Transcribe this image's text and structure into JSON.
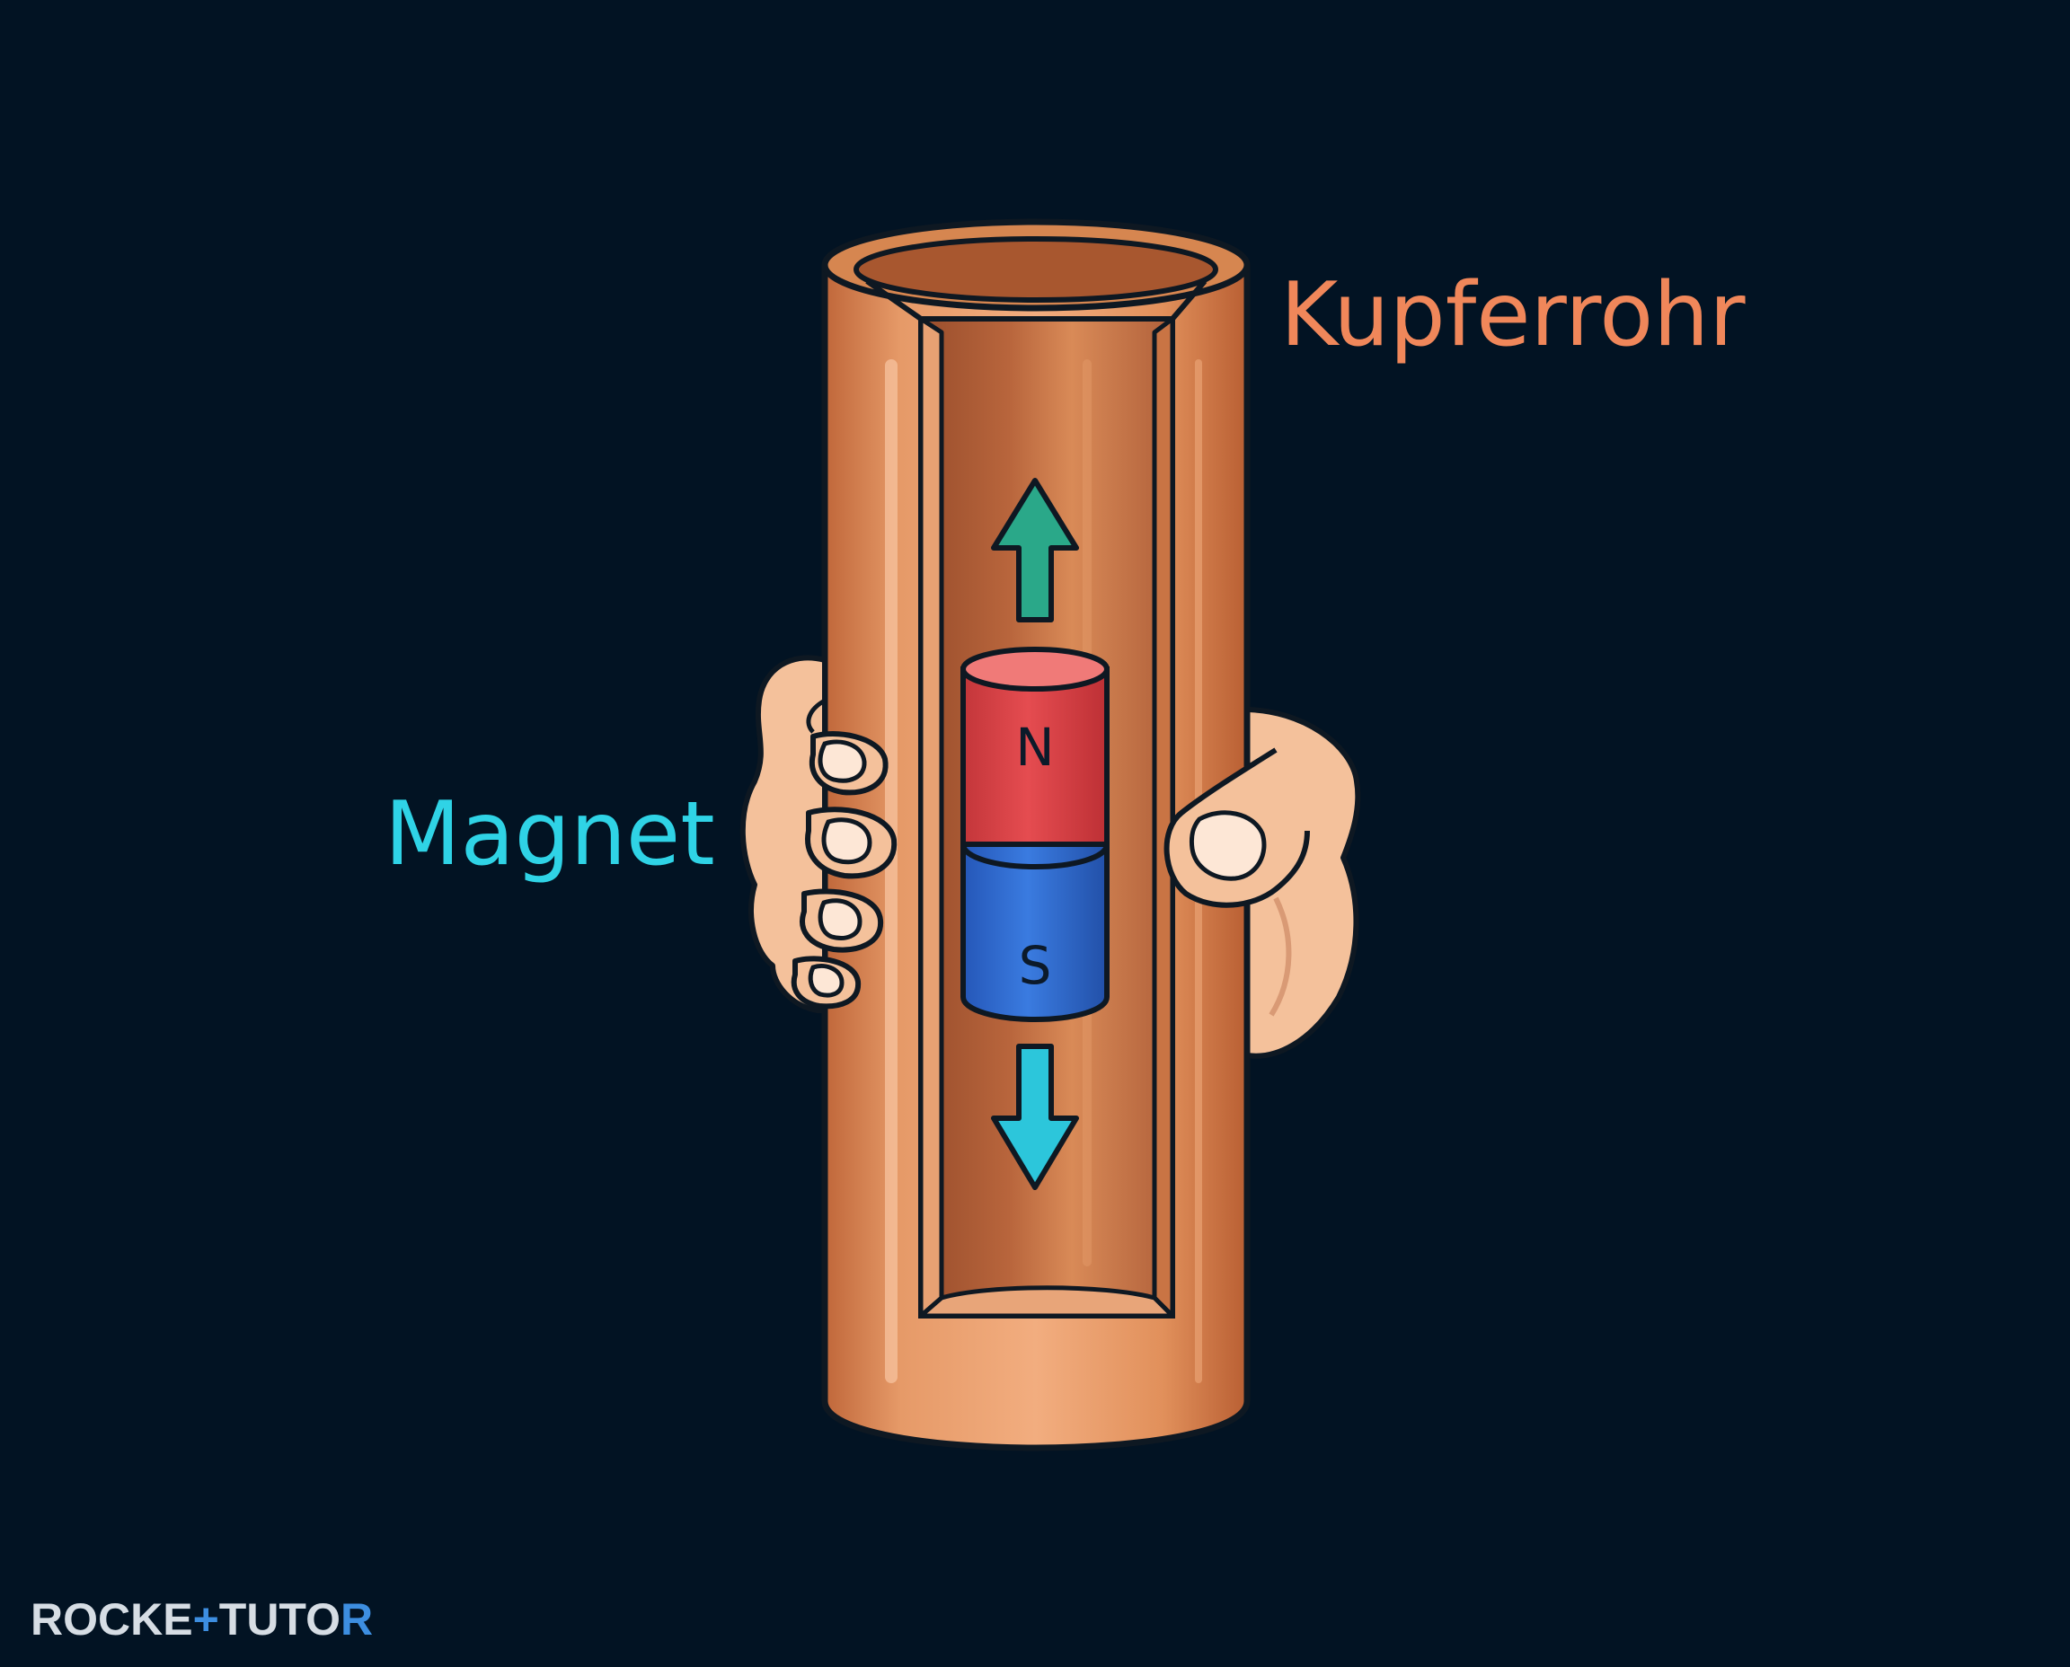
{
  "labels": {
    "pipe": "Kupferrohr",
    "magnet": "Magnet",
    "north_pole": "N",
    "south_pole": "S"
  },
  "logo": {
    "part1": "ROCKE",
    "mark": "+",
    "part2": "TUTO",
    "part3": "R"
  },
  "colors": {
    "background": "#021323",
    "copper": "#d9844f",
    "north": "#e0474b",
    "south": "#2f6fd6",
    "arrow_up": "#2aa889",
    "arrow_down": "#2cc6db",
    "pipe_label": "#f0875a",
    "magnet_label": "#2fd3e6"
  },
  "icons": {
    "arrow_up": "arrow-up-icon",
    "arrow_down": "arrow-down-icon"
  }
}
